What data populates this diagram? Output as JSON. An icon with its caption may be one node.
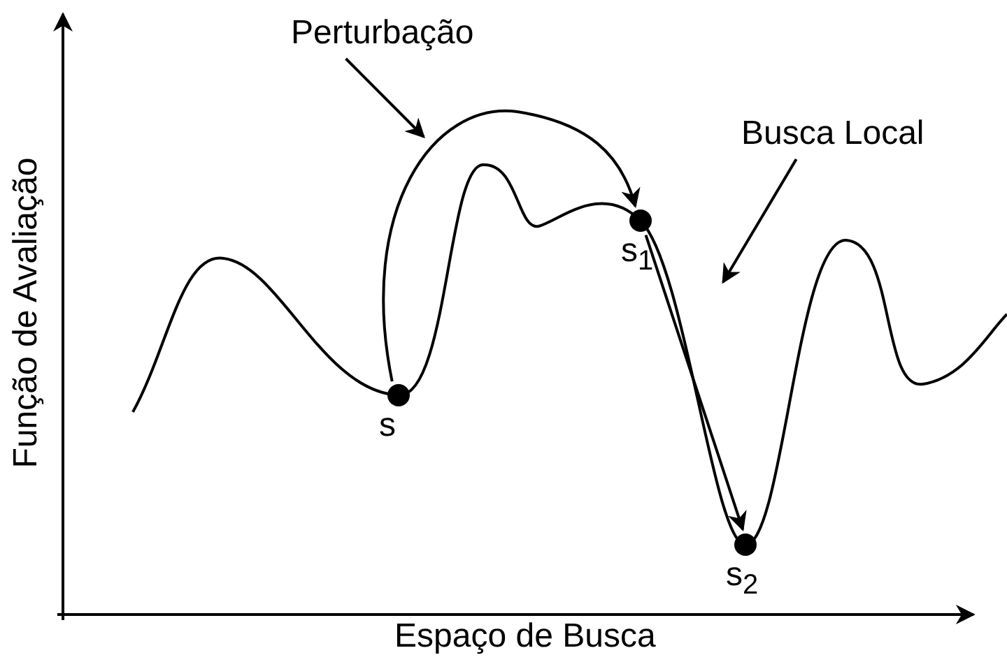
{
  "diagram": {
    "nodes": [
      {
        "text": [
          "Perturbação"
        ]
      },
      {
        "text": [
          "Busca Local"
        ]
      },
      {
        "text": [
          "s"
        ]
      },
      {
        "text": [
          "s$_{1}$"
        ]
      },
      {
        "text": [
          "s$_{2}$"
        ]
      }
    ],
    "edges": [
      {
        "from": 2,
        "to": 3,
        "arrow": "to"
      },
      {
        "from": 3,
        "to": 4,
        "arrow": "to"
      },
      {
        "from": 0,
        "to": null,
        "arrow": "to"
      },
      {
        "from": 1,
        "to": null,
        "arrow": "to"
      }
    ],
    "labels": [
      "Função de Avaliação",
      "Espaço de Busca"
    ]
  }
}
